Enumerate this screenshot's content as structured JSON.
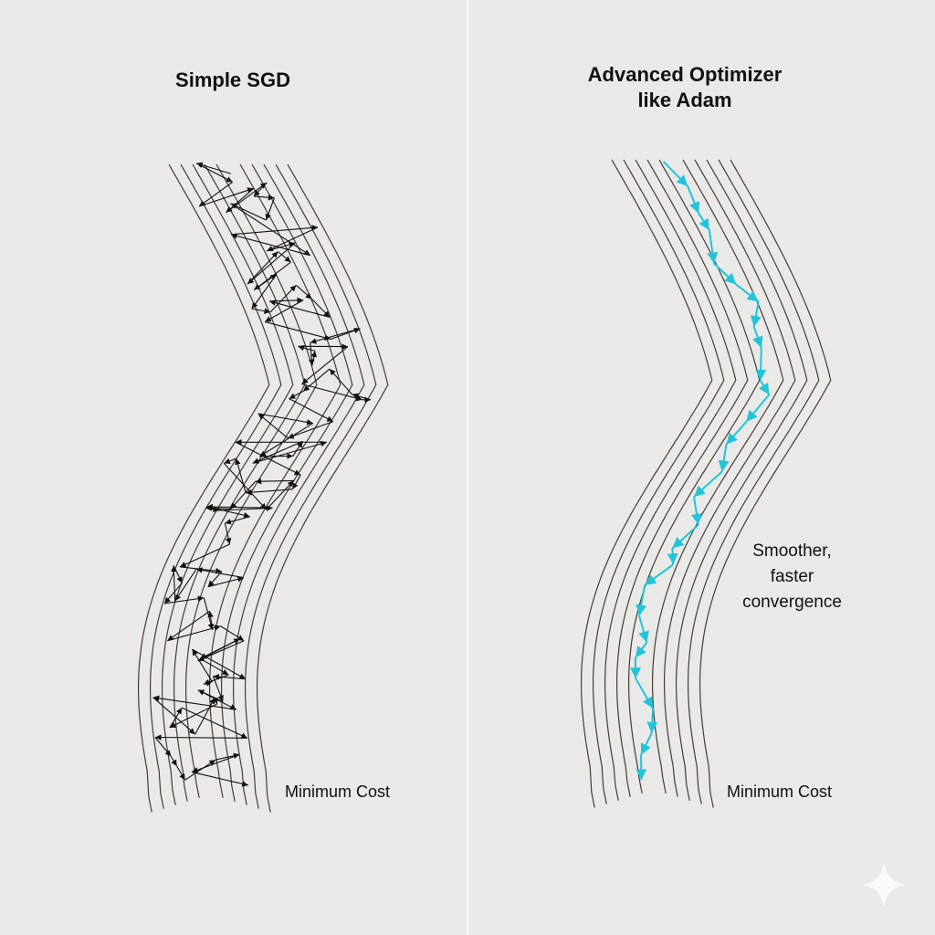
{
  "left_panel": {
    "title": "Simple SGD",
    "label": "Minimum Cost"
  },
  "right_panel": {
    "title_line1": "Advanced Optimizer",
    "title_line2": "like Adam",
    "annotation_line1": "Smoother,",
    "annotation_line2": "faster",
    "annotation_line3": "convergence",
    "label": "Minimum Cost"
  },
  "colors": {
    "background": "#e9e9e8",
    "contour": "#4a3a32",
    "sgd_path": "#111111",
    "adam_path": "#22c4d8"
  },
  "icons": {
    "corner": "sparkle-icon"
  }
}
